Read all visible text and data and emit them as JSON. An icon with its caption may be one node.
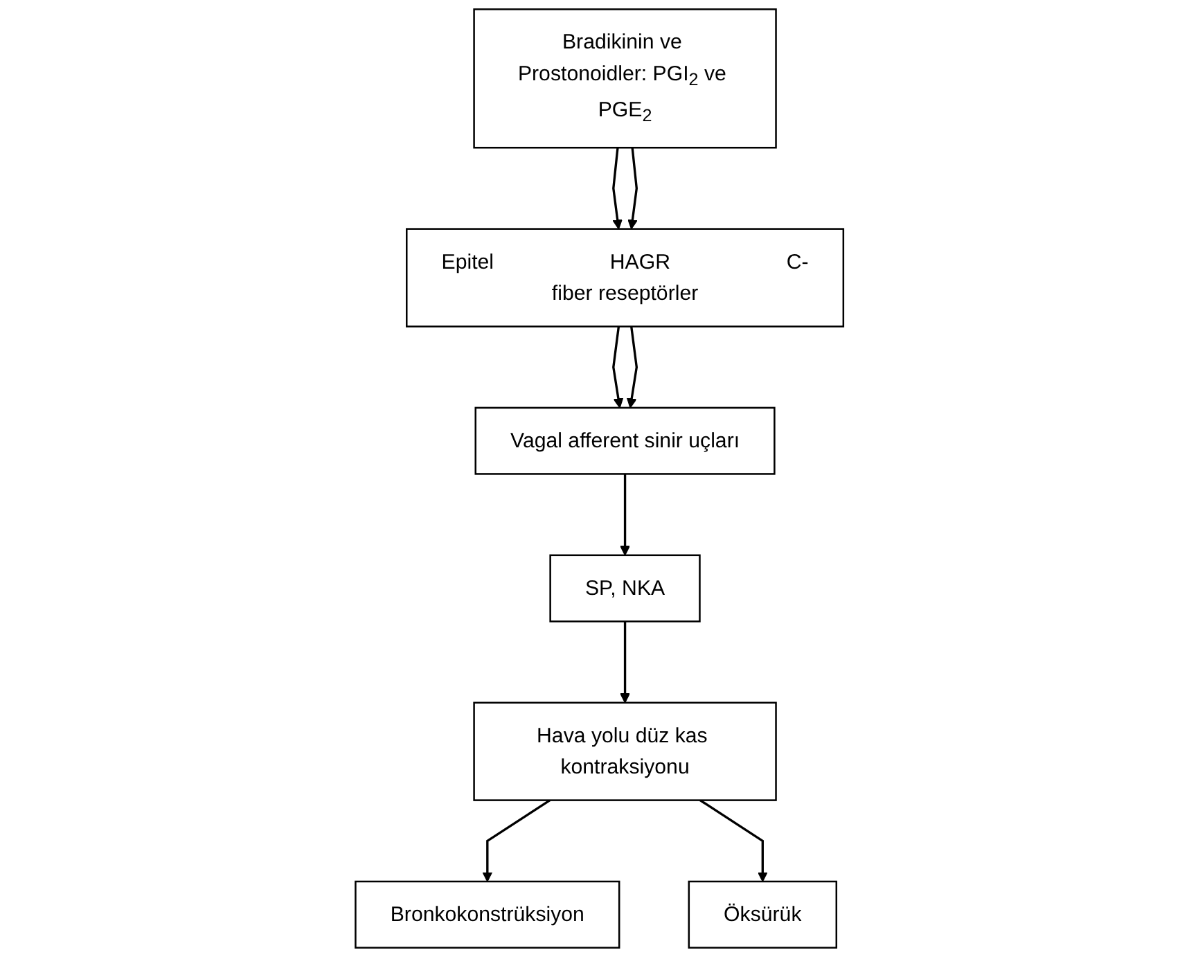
{
  "diagram": {
    "nodes": [
      {
        "text": [
          "Bradikinin ve Prostonoidler: PGI$_{2}$ ve PGE$_{2}$"
        ]
      },
      {
        "text": [
          "Epitel",
          "HAGR",
          "C-fiber reseptörler"
        ]
      },
      {
        "text": [
          "Vagal afferent sinir uçları"
        ]
      },
      {
        "text": [
          "SP, NKA"
        ]
      },
      {
        "text": [
          "Hava yolu düz kas kontraksiyonu"
        ]
      },
      {
        "text": [
          "Bronkokonstrüksiyon"
        ]
      },
      {
        "text": [
          "Öksürük"
        ]
      }
    ],
    "edges": [
      {
        "from": 0,
        "to": 1,
        "arrow": "to"
      },
      {
        "from": 0,
        "to": 1,
        "arrow": "to"
      },
      {
        "from": 1,
        "to": 2,
        "arrow": "to"
      },
      {
        "from": 1,
        "to": 2,
        "arrow": "to"
      },
      {
        "from": 2,
        "to": 3,
        "arrow": "to"
      },
      {
        "from": 3,
        "to": 4,
        "arrow": "to"
      },
      {
        "from": 4,
        "to": 5,
        "arrow": "to"
      },
      {
        "from": 4,
        "to": 6,
        "arrow": "to"
      }
    ]
  }
}
